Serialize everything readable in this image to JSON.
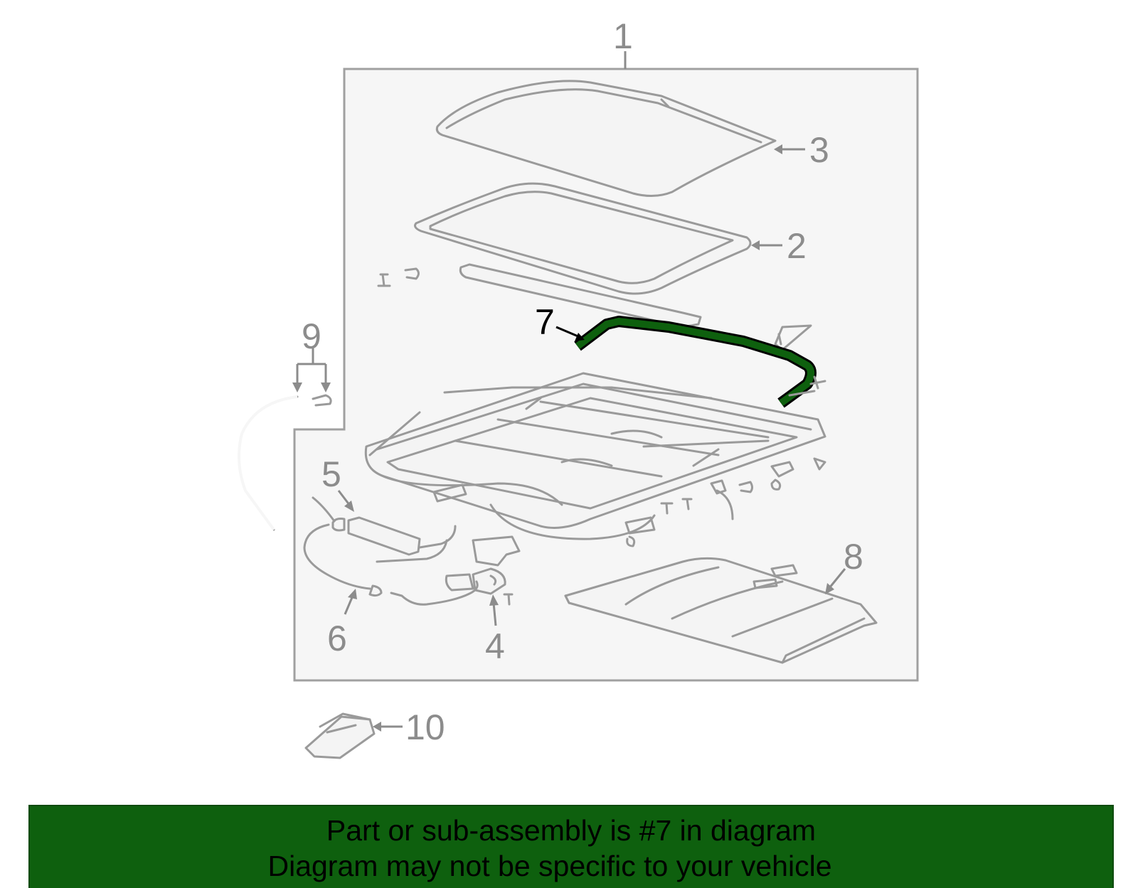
{
  "diagram": {
    "callouts": {
      "c1": "1",
      "c2": "2",
      "c3": "3",
      "c4": "4",
      "c5": "5",
      "c6": "6",
      "c7": "7",
      "c8": "8",
      "c9": "9",
      "c10": "10"
    },
    "highlighted_part": "7",
    "highlight_color": "#0e600e",
    "frame_fill": "#f6f6f6",
    "line_color": "#9a9a9a"
  },
  "banner": {
    "line1": "Part or sub-assembly is #7 in diagram",
    "line2": "Diagram may not be specific to your vehicle",
    "background": "#0e600e"
  }
}
